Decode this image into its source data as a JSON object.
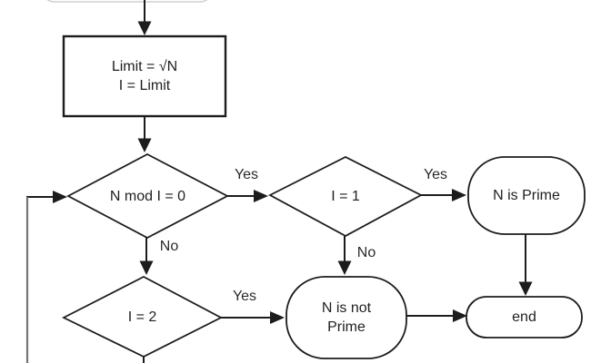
{
  "nodes": {
    "init": {
      "line1": "Limit = √N",
      "line2": "I = Limit"
    },
    "mod_check": "N mod I = 0",
    "check_i1": "I = 1",
    "check_i2": "I = 2",
    "prime": "N is Prime",
    "not_prime": {
      "line1": "N is not",
      "line2": "Prime"
    },
    "end": "end"
  },
  "edges": {
    "mod_yes": "Yes",
    "mod_no": "No",
    "i1_yes": "Yes",
    "i1_no": "No",
    "i2_yes": "Yes"
  },
  "colors": {
    "stroke": "#1c1c1c",
    "loop_line": "#757575",
    "faint_remnant": "#cfcfcf",
    "background": "#ffffff"
  }
}
